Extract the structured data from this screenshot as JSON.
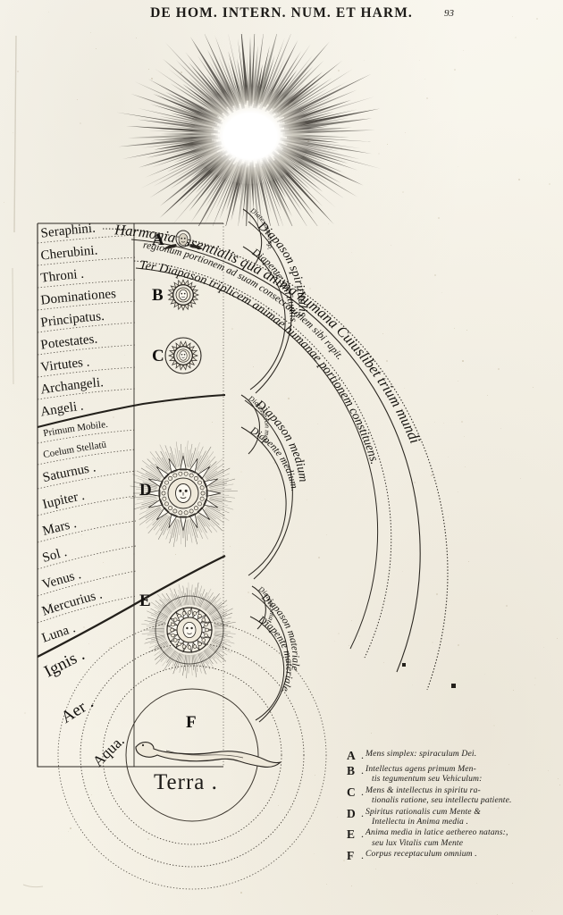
{
  "header": {
    "running_title": "DE HOM. INTERN. NUM. ET HARM.",
    "page_number": "93"
  },
  "hierarchy": {
    "celestial_orders": [
      "Seraphini.",
      "Cherubini.",
      "Throni .",
      "Dominationes",
      "Principatus.",
      "Potestates.",
      "Virtutes .",
      "Archangeli.",
      "Angeli ."
    ],
    "spheres": [
      "Primum Mobile.",
      "Coelum Stellatū",
      "Saturnus .",
      "Iupiter .",
      "Mars .",
      "Sol .",
      "Venus .",
      "Mercurius .",
      "Luna ."
    ],
    "elements": [
      "Ignis .",
      "Aer .",
      "Aqua.",
      "Terra ."
    ]
  },
  "region_letters": [
    "A",
    "B",
    "C",
    "D",
    "E",
    "F"
  ],
  "arcs": {
    "outer": "Harmonia essentialis qua anima humana Cuiuslibet trium",
    "outer_tail": "mundi",
    "outer_inner": "regionum portionem ad suam consecrationem sibi rapit.",
    "second": "Ter Diapason triplicem animae humanae",
    "second_tail": "portionem constituens.",
    "spiritual": {
      "diapason": "Diapason spiritualis",
      "diapente": "Diapente spiritualis.",
      "diatessaron": "Diatessaron sp."
    },
    "medium": {
      "diapason": "Diapason medium",
      "diapente": "Diapente medium.",
      "diatessaron": "Diatessaron med."
    },
    "material": {
      "diapason": "Diapason materiale",
      "diapente": "Diapente materiale.",
      "diatessaron": "Diatess. mat."
    }
  },
  "legend": {
    "items": [
      {
        "key": "A",
        "line1": "Mens simplex: spiraculum Dei.",
        "line2": ""
      },
      {
        "key": "B",
        "line1": "Intellectus agens primum Men-",
        "line2": "tis tegumentum seu Vehiculum:"
      },
      {
        "key": "C",
        "line1": "Mens & intellectus in spiritu ra-",
        "line2": "tionalis ratione, seu intellectu patiente."
      },
      {
        "key": "D",
        "line1": "Spiritus rationalis cum Mente &",
        "line2": "Intellectu in Anima media ."
      },
      {
        "key": "E",
        "line1": "Anima media in latice aethereo natans:,",
        "line2": "seu lux Vitalis cum Mente"
      },
      {
        "key": "F",
        "line1": "Corpus receptaculum omnium .",
        "line2": ""
      }
    ]
  },
  "colors": {
    "ink": "#15130f",
    "paper": "#f7f4ea",
    "plate_line": "#2a2621"
  }
}
